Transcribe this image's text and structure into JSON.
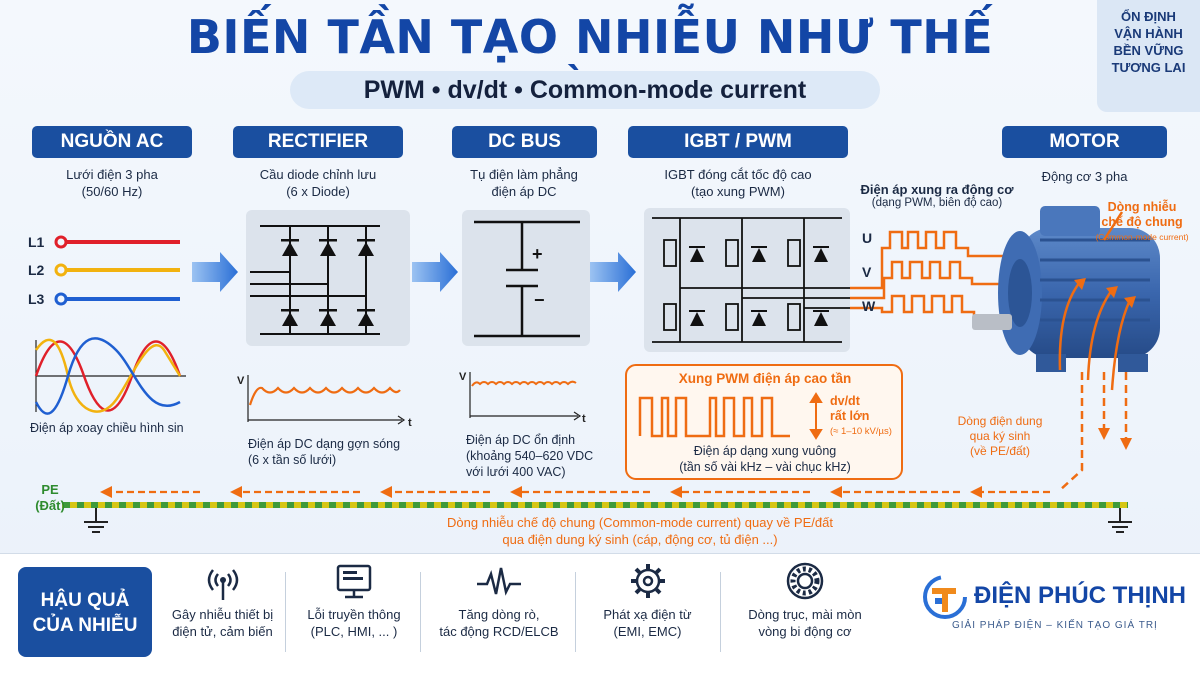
{
  "title": "BIẾN TẦN TẠO NHIỄU NHƯ THẾ NÀO?",
  "subtitle": "PWM • dv/dt • Common-mode current",
  "badge": [
    "ỔN ĐỊNH",
    "VẬN HÀNH",
    "BỀN VỮNG",
    "TƯƠNG LAI"
  ],
  "stages": {
    "ac": {
      "head": "NGUỒN AC",
      "desc1": "Lưới điện 3 pha",
      "desc2": "(50/60 Hz)",
      "phases": [
        "L1",
        "L2",
        "L3"
      ],
      "caption": "Điện áp xoay chiều hình sin"
    },
    "rectifier": {
      "head": "RECTIFIER",
      "desc1": "Cầu diode chỉnh lưu",
      "desc2": "(6 x Diode)",
      "axis_v": "V",
      "axis_t": "t",
      "cap1": "Điện áp DC dạng gợn sóng",
      "cap2": "(6 x tần số lưới)"
    },
    "dcbus": {
      "head": "DC BUS",
      "desc1": "Tụ điện làm phẳng",
      "desc2": "điện áp DC",
      "plus": "+",
      "minus": "−",
      "axis_v": "V",
      "axis_t": "t",
      "cap1": "Điện áp DC ổn định",
      "cap2": "(khoảng 540–620 VDC",
      "cap3": "với lưới 400 VAC)"
    },
    "igbt": {
      "head": "IGBT / PWM",
      "desc1": "IGBT đóng cắt tốc độ cao",
      "desc2": "(tạo xung PWM)",
      "pwm_title": "Xung PWM điện áp cao tần",
      "dvdt1": "dv/dt",
      "dvdt2": "rất lớn",
      "dvdt3": "(≈ 1–10 kV/µs)",
      "cap1": "Điện áp dạng xung vuông",
      "cap2": "(tần số vài kHz – vài chục kHz)"
    },
    "output": {
      "title": "Điện áp xung ra động cơ",
      "sub": "(dạng PWM, biên độ cao)",
      "phases": [
        "U",
        "V",
        "W"
      ]
    },
    "motor": {
      "head": "MOTOR",
      "desc1": "Động cơ 3 pha",
      "cm1": "Dòng nhiễu",
      "cm2": "chế độ chung",
      "cm3": "(Common-mode current)",
      "par1": "Dòng điện dung",
      "par2": "qua ký sinh",
      "par3": "(về PE/đất)"
    }
  },
  "pe": {
    "label1": "PE",
    "label2": "(Đất)",
    "note1": "Dòng nhiễu chế độ chung (Common-mode current) quay về PE/đất",
    "note2": "qua điện dung ký sinh (cáp, động cơ, tủ điện ...)"
  },
  "consequences": {
    "head1": "HẬU QUẢ",
    "head2": "CỦA NHIỄU",
    "items": [
      {
        "icon": "antenna-icon",
        "l1": "Gây nhiễu thiết bị",
        "l2": "điện tử, cảm biến"
      },
      {
        "icon": "monitor-icon",
        "l1": "Lỗi truyền thông",
        "l2": "(PLC, HMI, ... )"
      },
      {
        "icon": "pulse-icon",
        "l1": "Tăng dòng rò,",
        "l2": "tác động RCD/ELCB"
      },
      {
        "icon": "gear-icon",
        "l1": "Phát xạ điện từ",
        "l2": "(EMI, EMC)"
      },
      {
        "icon": "bearing-icon",
        "l1": "Dòng trục, mài mòn",
        "l2": "vòng bi động cơ"
      }
    ]
  },
  "logo": {
    "name": "ĐIỆN PHÚC THỊNH",
    "tagline": "GIẢI PHÁP ĐIỆN – KIẾN TẠO GIÁ TRỊ"
  },
  "colors": {
    "primary": "#1a4fa0",
    "accent": "#ef6c12",
    "l1": "#e0202a",
    "l2": "#f2b20f",
    "l3": "#1f5fd1",
    "pe_yellow": "#d6c614",
    "pe_green": "#3e9a3a"
  }
}
